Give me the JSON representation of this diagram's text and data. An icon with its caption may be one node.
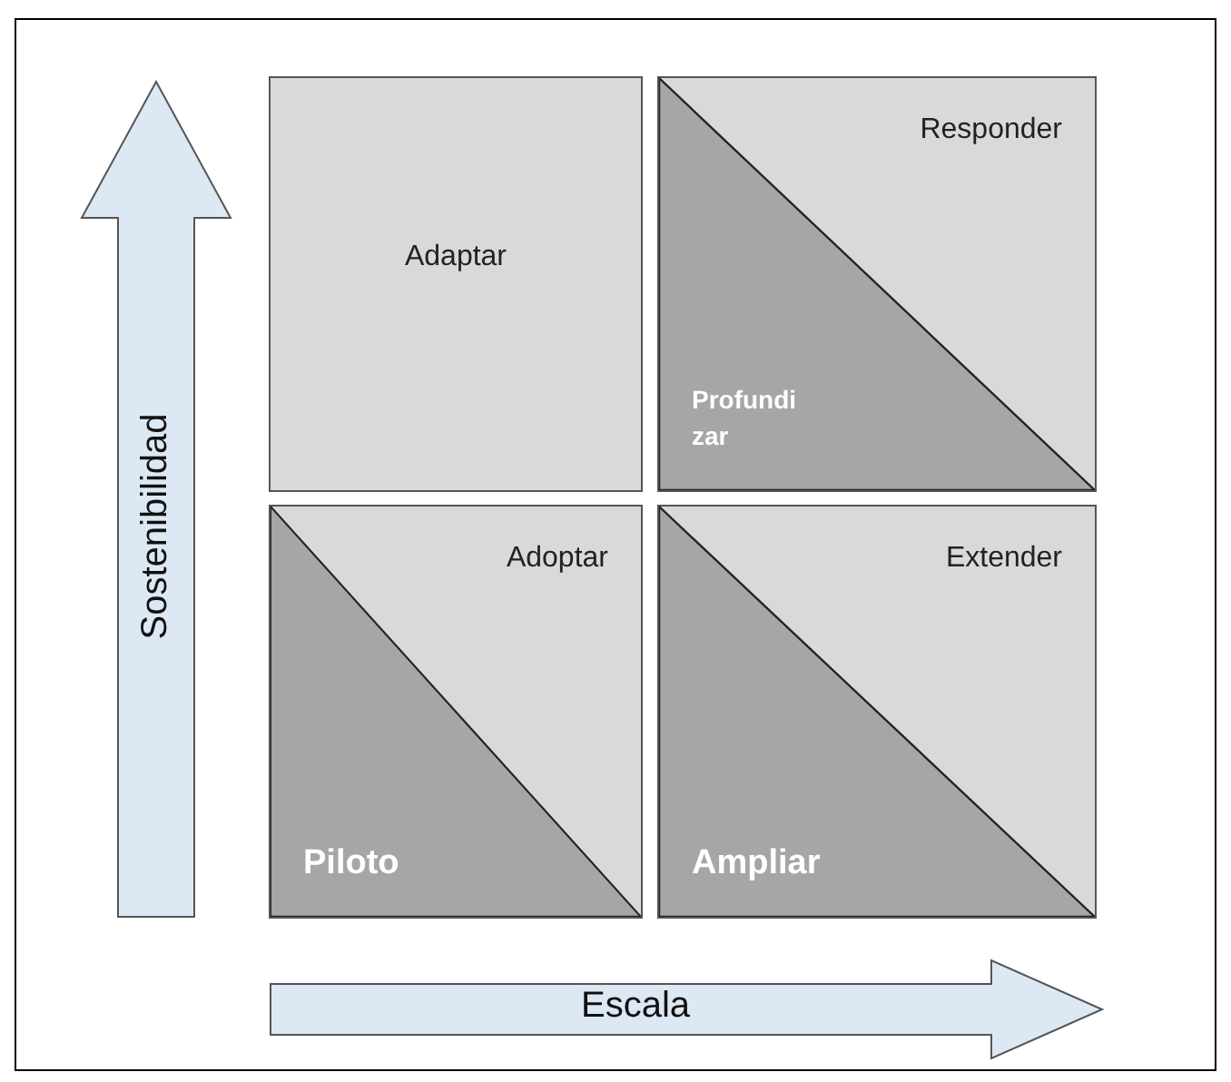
{
  "diagram": {
    "nodes": [
      {
        "text": [
          "Adaptar"
        ]
      },
      {
        "text": [
          "Responder",
          "Profundizar"
        ]
      },
      {
        "text": [
          "Adoptar",
          "Piloto"
        ]
      },
      {
        "text": [
          "Extender",
          "Ampliar"
        ]
      }
    ],
    "labels": [
      "Sostenibilidad",
      "Escala"
    ]
  }
}
